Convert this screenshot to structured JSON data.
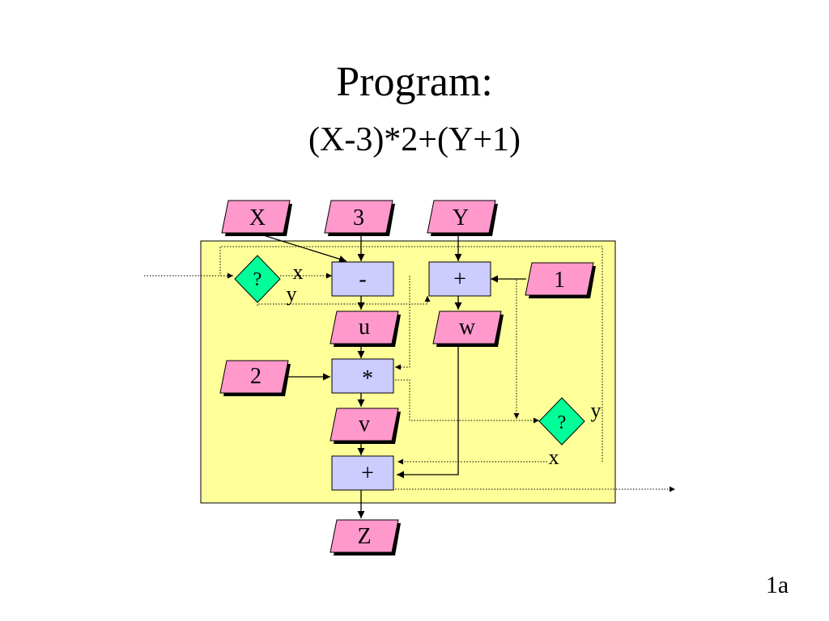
{
  "slide": {
    "title": "Program:",
    "subtitle": "(X-3)*2+(Y+1)",
    "page_number": "1a"
  },
  "colors": {
    "panel_fill": "#ffff99",
    "data_fill": "#ff99cc",
    "op_fill": "#ccccff",
    "decision_fill": "#00ff99",
    "line": "#000000"
  },
  "diagram": {
    "inputs": {
      "x": "X",
      "three": "3",
      "y": "Y",
      "one": "1",
      "two": "2"
    },
    "intermediates": {
      "u": "u",
      "w": "w",
      "v": "v",
      "z": "Z"
    },
    "operators": {
      "minus": "-",
      "plus_top": "+",
      "times": "*",
      "plus_bottom": "+"
    },
    "decisions": {
      "left": {
        "symbol": "?",
        "branch_top": "x",
        "branch_bottom": "y"
      },
      "right": {
        "symbol": "?",
        "branch_top": "y",
        "branch_bottom": "x"
      }
    }
  }
}
